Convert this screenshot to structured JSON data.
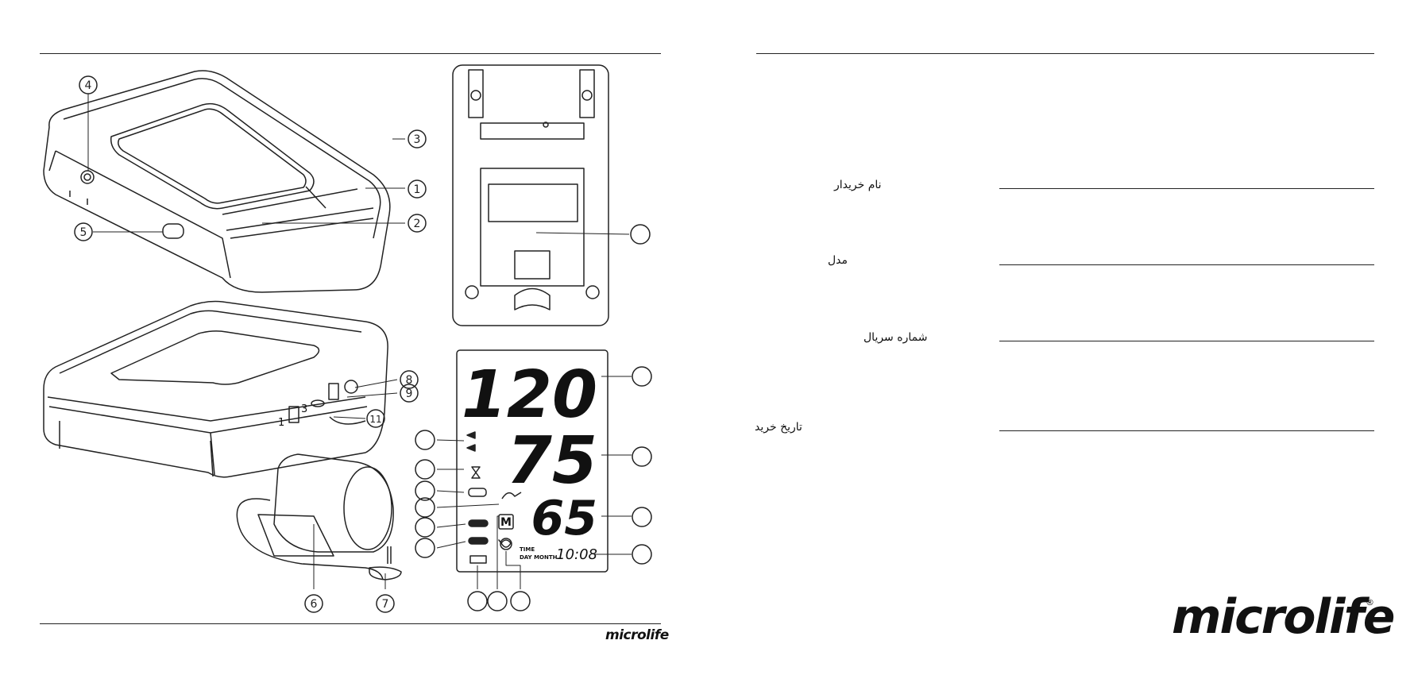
{
  "callouts": [
    "1",
    "2",
    "3",
    "4",
    "5",
    "6",
    "7",
    "8",
    "9",
    "11"
  ],
  "lcd": {
    "systolic": "120",
    "diastolic": "75",
    "pulse": "65",
    "clock": "10:08",
    "time_label": "TIME",
    "day_month_label": "DAY MONTH",
    "memory_label": "M"
  },
  "device_labels": {
    "port_1": "1",
    "port_3": "3"
  },
  "form": {
    "buyer_name": "نام خریدار",
    "model": "مدل",
    "serial_number": "شماره سریال",
    "purchase_date": "تاریخ خرید"
  },
  "brand": {
    "name": "microlife",
    "registered": "®"
  }
}
